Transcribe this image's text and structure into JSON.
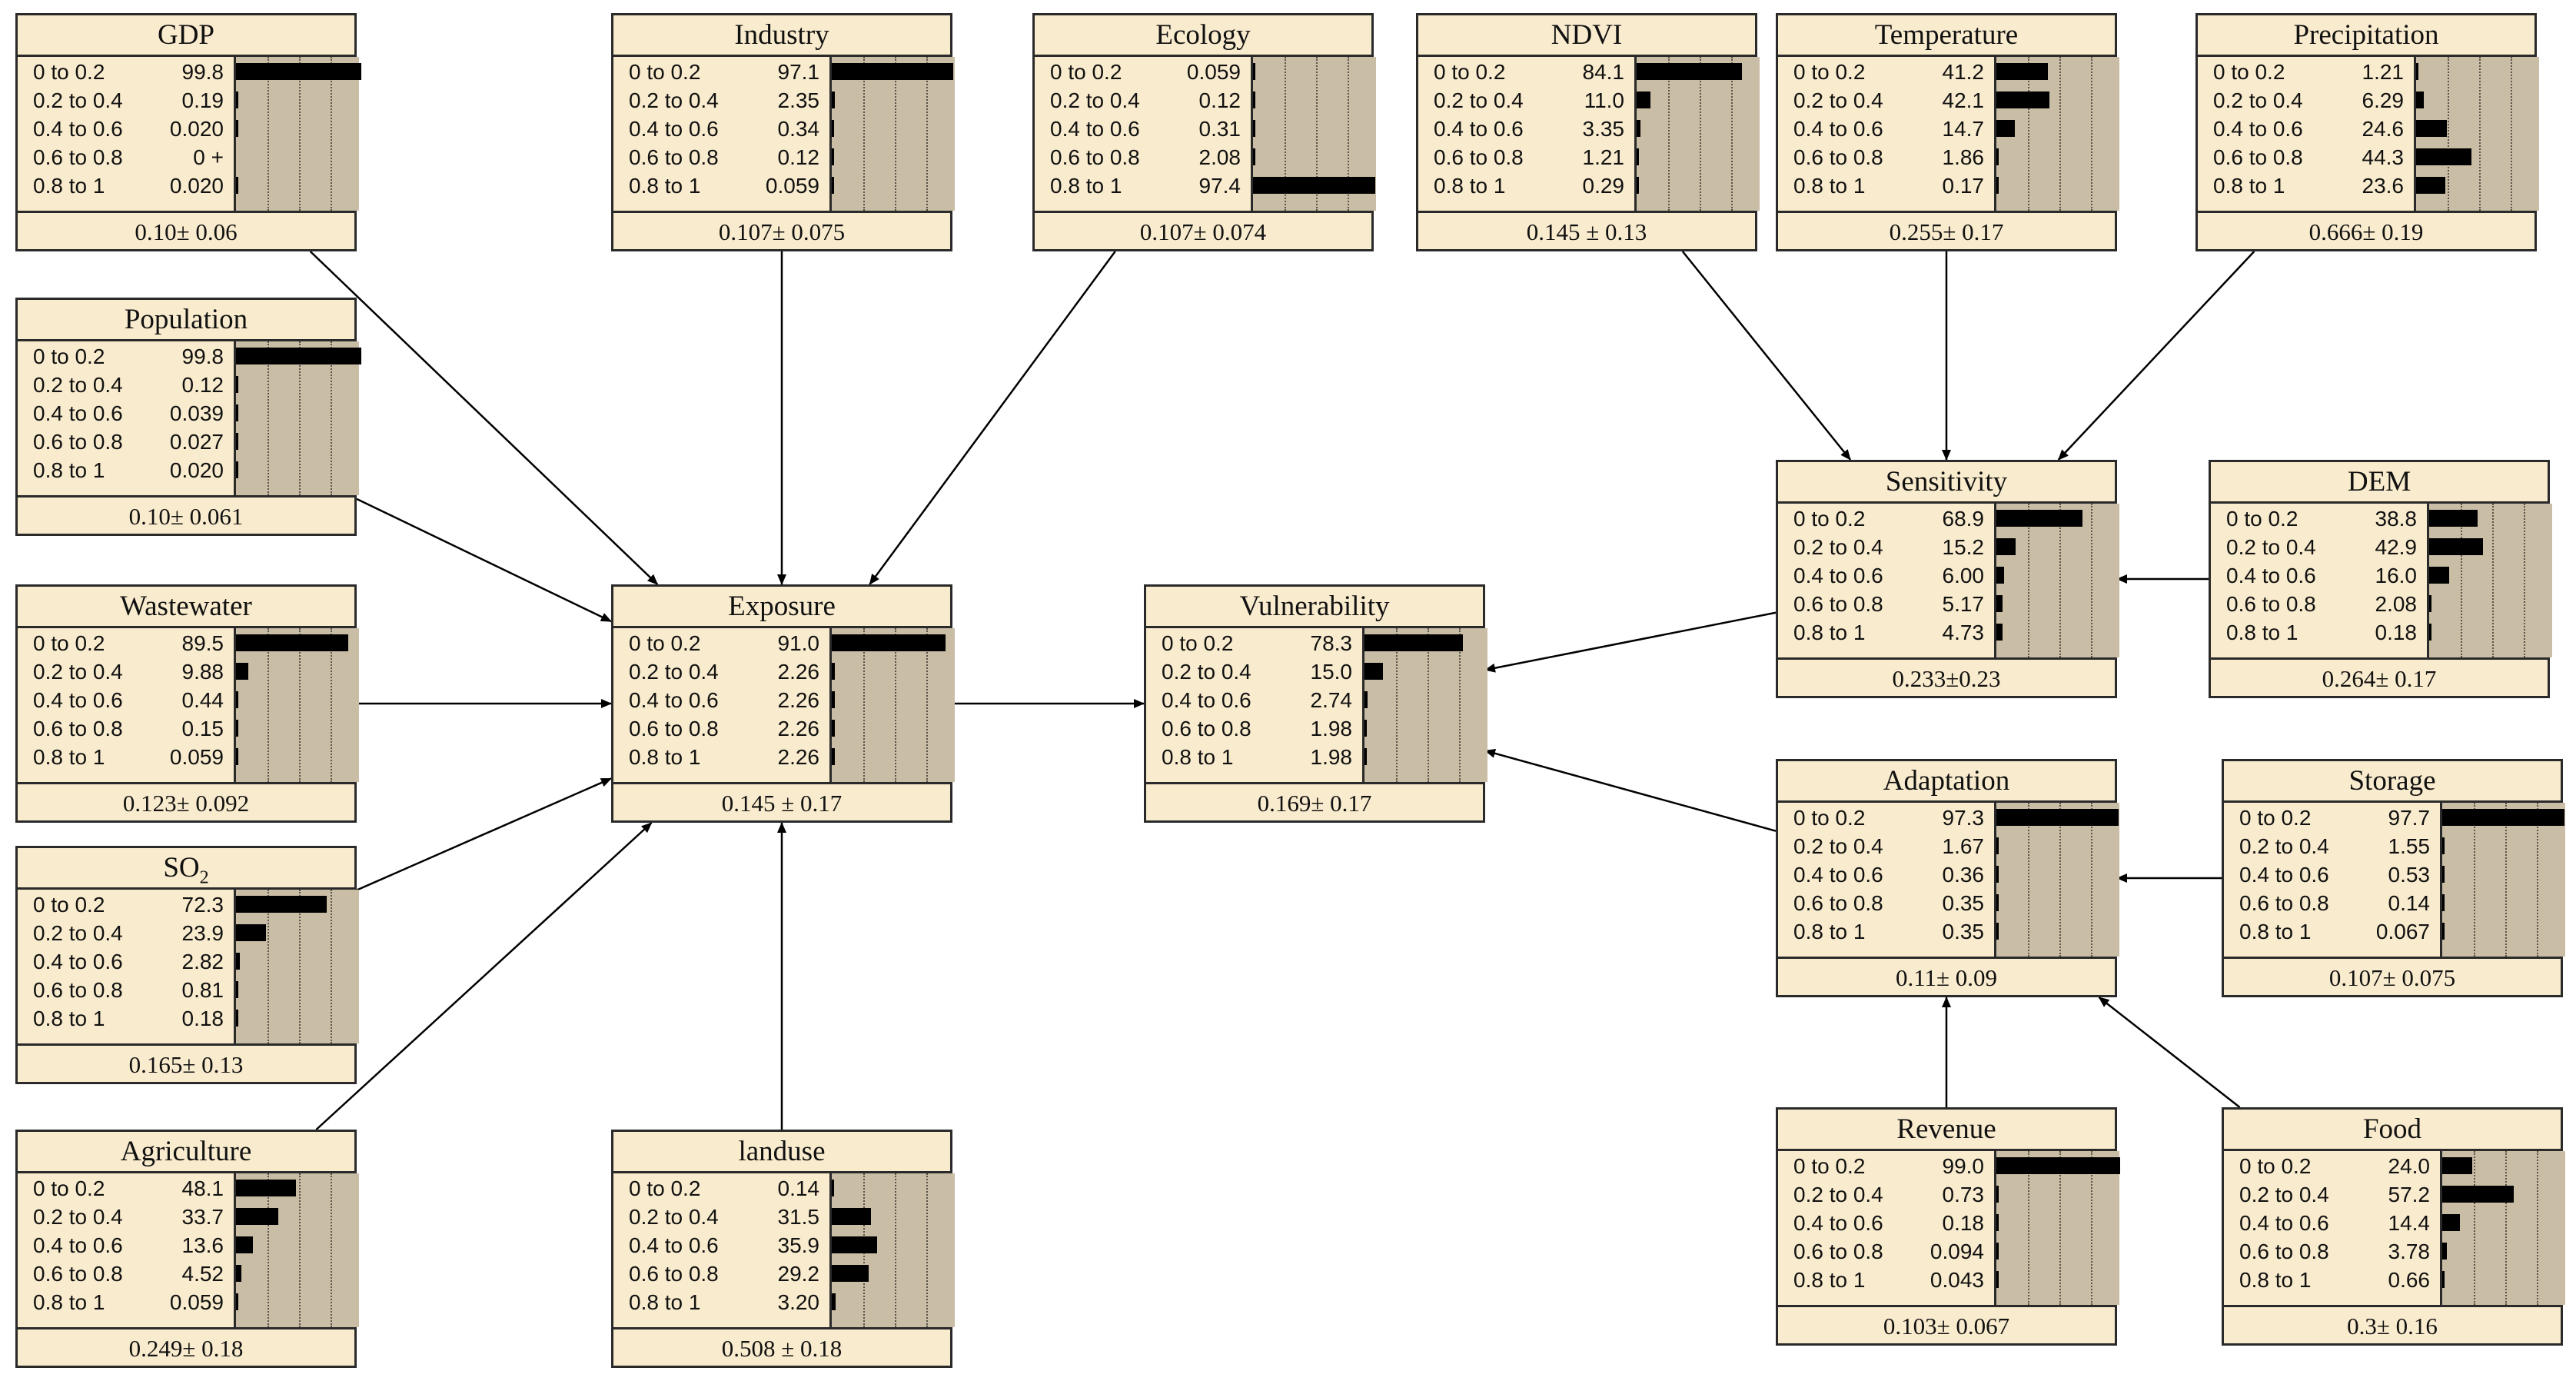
{
  "nodes": {
    "gdp": {
      "title": "GDP",
      "labels": [
        "0 to 0.2",
        "0.2 to 0.4",
        "0.4 to 0.6",
        "0.6 to 0.8",
        "0.8 to 1"
      ],
      "values": [
        "99.8",
        "0.19",
        "0.020",
        "0 +",
        "0.020"
      ],
      "bar_percents": [
        99.8,
        0.19,
        0.02,
        0,
        0.02
      ],
      "footer": "0.10± 0.06"
    },
    "population": {
      "title": "Population",
      "labels": [
        "0 to 0.2",
        "0.2 to 0.4",
        "0.4 to 0.6",
        "0.6 to 0.8",
        "0.8 to 1"
      ],
      "values": [
        "99.8",
        "0.12",
        "0.039",
        "0.027",
        "0.020"
      ],
      "bar_percents": [
        99.8,
        0.12,
        0.039,
        0.027,
        0.02
      ],
      "footer": "0.10± 0.061"
    },
    "wastewater": {
      "title": "Wastewater",
      "labels": [
        "0 to 0.2",
        "0.2 to 0.4",
        "0.4 to 0.6",
        "0.6 to 0.8",
        "0.8 to 1"
      ],
      "values": [
        "89.5",
        "9.88",
        "0.44",
        "0.15",
        "0.059"
      ],
      "bar_percents": [
        89.5,
        9.88,
        0.44,
        0.15,
        0.059
      ],
      "footer": "0.123± 0.092"
    },
    "so2": {
      "title": "SO",
      "title_sub": "2",
      "labels": [
        "0 to 0.2",
        "0.2 to 0.4",
        "0.4 to 0.6",
        "0.6 to 0.8",
        "0.8 to 1"
      ],
      "values": [
        "72.3",
        "23.9",
        "2.82",
        "0.81",
        "0.18"
      ],
      "bar_percents": [
        72.3,
        23.9,
        2.82,
        0.81,
        0.18
      ],
      "footer": "0.165± 0.13"
    },
    "agriculture": {
      "title": "Agriculture",
      "labels": [
        "0 to 0.2",
        "0.2 to 0.4",
        "0.4 to 0.6",
        "0.6 to 0.8",
        "0.8 to 1"
      ],
      "values": [
        "48.1",
        "33.7",
        "13.6",
        "4.52",
        "0.059"
      ],
      "bar_percents": [
        48.1,
        33.7,
        13.6,
        4.52,
        0.059
      ],
      "footer": "0.249± 0.18"
    },
    "industry": {
      "title": "Industry",
      "labels": [
        "0 to 0.2",
        "0.2 to 0.4",
        "0.4 to 0.6",
        "0.6 to 0.8",
        "0.8 to 1"
      ],
      "values": [
        "97.1",
        "2.35",
        "0.34",
        "0.12",
        "0.059"
      ],
      "bar_percents": [
        97.1,
        2.35,
        0.34,
        0.12,
        0.059
      ],
      "footer": "0.107± 0.075"
    },
    "exposure": {
      "title": "Exposure",
      "labels": [
        "0 to 0.2",
        "0.2 to 0.4",
        "0.4 to 0.6",
        "0.6 to 0.8",
        "0.8 to 1"
      ],
      "values": [
        "91.0",
        "2.26",
        "2.26",
        "2.26",
        "2.26"
      ],
      "bar_percents": [
        91.0,
        2.26,
        2.26,
        2.26,
        2.26
      ],
      "footer": "0.145 ± 0.17"
    },
    "landuse": {
      "title": "landuse",
      "labels": [
        "0 to 0.2",
        "0.2 to 0.4",
        "0.4 to 0.6",
        "0.6 to 0.8",
        "0.8 to 1"
      ],
      "values": [
        "0.14",
        "31.5",
        "35.9",
        "29.2",
        "3.20"
      ],
      "bar_percents": [
        0.14,
        31.5,
        35.9,
        29.2,
        3.2
      ],
      "footer": "0.508 ± 0.18"
    },
    "ecology": {
      "title": "Ecology",
      "labels": [
        "0 to 0.2",
        "0.2 to 0.4",
        "0.4 to 0.6",
        "0.6 to 0.8",
        "0.8 to 1"
      ],
      "values": [
        "0.059",
        "0.12",
        "0.31",
        "2.08",
        "97.4"
      ],
      "bar_percents": [
        0.059,
        0.12,
        0.31,
        2.08,
        97.4
      ],
      "footer": "0.107± 0.074"
    },
    "vulnerability": {
      "title": "Vulnerability",
      "labels": [
        "0 to 0.2",
        "0.2 to 0.4",
        "0.4 to 0.6",
        "0.6 to 0.8",
        "0.8 to 1"
      ],
      "values": [
        "78.3",
        "15.0",
        "2.74",
        "1.98",
        "1.98"
      ],
      "bar_percents": [
        78.3,
        15.0,
        2.74,
        1.98,
        1.98
      ],
      "footer": "0.169± 0.17"
    },
    "ndvi": {
      "title": "NDVI",
      "labels": [
        "0 to 0.2",
        "0.2 to 0.4",
        "0.4 to 0.6",
        "0.6 to 0.8",
        "0.8 to 1"
      ],
      "values": [
        "84.1",
        "11.0",
        "3.35",
        "1.21",
        "0.29"
      ],
      "bar_percents": [
        84.1,
        11.0,
        3.35,
        1.21,
        0.29
      ],
      "footer": "0.145 ± 0.13"
    },
    "temperature": {
      "title": "Temperature",
      "labels": [
        "0 to 0.2",
        "0.2 to 0.4",
        "0.4 to 0.6",
        "0.6 to 0.8",
        "0.8 to 1"
      ],
      "values": [
        "41.2",
        "42.1",
        "14.7",
        "1.86",
        "0.17"
      ],
      "bar_percents": [
        41.2,
        42.1,
        14.7,
        1.86,
        0.17
      ],
      "footer": "0.255± 0.17"
    },
    "precipitation": {
      "title": "Precipitation",
      "labels": [
        "0 to 0.2",
        "0.2 to 0.4",
        "0.4 to 0.6",
        "0.6 to 0.8",
        "0.8 to 1"
      ],
      "values": [
        "1.21",
        "6.29",
        "24.6",
        "44.3",
        "23.6"
      ],
      "bar_percents": [
        1.21,
        6.29,
        24.6,
        44.3,
        23.6
      ],
      "footer": "0.666± 0.19"
    },
    "sensitivity": {
      "title": "Sensitivity",
      "labels": [
        "0 to 0.2",
        "0.2 to 0.4",
        "0.4 to 0.6",
        "0.6 to 0.8",
        "0.8 to 1"
      ],
      "values": [
        "68.9",
        "15.2",
        "6.00",
        "5.17",
        "4.73"
      ],
      "bar_percents": [
        68.9,
        15.2,
        6.0,
        5.17,
        4.73
      ],
      "footer": "0.233±0.23"
    },
    "dem": {
      "title": "DEM",
      "labels": [
        "0 to 0.2",
        "0.2 to 0.4",
        "0.4 to 0.6",
        "0.6 to 0.8",
        "0.8 to 1"
      ],
      "values": [
        "38.8",
        "42.9",
        "16.0",
        "2.08",
        "0.18"
      ],
      "bar_percents": [
        38.8,
        42.9,
        16.0,
        2.08,
        0.18
      ],
      "footer": "0.264± 0.17"
    },
    "adaptation": {
      "title": "Adaptation",
      "labels": [
        "0 to 0.2",
        "0.2 to 0.4",
        "0.4 to 0.6",
        "0.6 to 0.8",
        "0.8 to 1"
      ],
      "values": [
        "97.3",
        "1.67",
        "0.36",
        "0.35",
        "0.35"
      ],
      "bar_percents": [
        97.3,
        1.67,
        0.36,
        0.35,
        0.35
      ],
      "footer": "0.11± 0.09"
    },
    "storage": {
      "title": "Storage",
      "labels": [
        "0 to 0.2",
        "0.2 to 0.4",
        "0.4 to 0.6",
        "0.6 to 0.8",
        "0.8 to 1"
      ],
      "values": [
        "97.7",
        "1.55",
        "0.53",
        "0.14",
        "0.067"
      ],
      "bar_percents": [
        97.7,
        1.55,
        0.53,
        0.14,
        0.067
      ],
      "footer": "0.107± 0.075"
    },
    "revenue": {
      "title": "Revenue",
      "labels": [
        "0 to 0.2",
        "0.2 to 0.4",
        "0.4 to 0.6",
        "0.6 to 0.8",
        "0.8 to 1"
      ],
      "values": [
        "99.0",
        "0.73",
        "0.18",
        "0.094",
        "0.043"
      ],
      "bar_percents": [
        99.0,
        0.73,
        0.18,
        0.094,
        0.043
      ],
      "footer": "0.103± 0.067"
    },
    "food": {
      "title": "Food",
      "labels": [
        "0 to 0.2",
        "0.2 to 0.4",
        "0.4 to 0.6",
        "0.6 to 0.8",
        "0.8 to 1"
      ],
      "values": [
        "24.0",
        "57.2",
        "14.4",
        "3.78",
        "0.66"
      ],
      "bar_percents": [
        24.0,
        57.2,
        14.4,
        3.78,
        0.66
      ],
      "footer": "0.3± 0.16"
    }
  },
  "edges": [
    [
      "gdp",
      "exposure"
    ],
    [
      "population",
      "exposure"
    ],
    [
      "wastewater",
      "exposure"
    ],
    [
      "so2",
      "exposure"
    ],
    [
      "agriculture",
      "exposure"
    ],
    [
      "industry",
      "exposure"
    ],
    [
      "ecology",
      "exposure"
    ],
    [
      "landuse",
      "exposure"
    ],
    [
      "exposure",
      "vulnerability"
    ],
    [
      "ndvi",
      "sensitivity"
    ],
    [
      "temperature",
      "sensitivity"
    ],
    [
      "precipitation",
      "sensitivity"
    ],
    [
      "dem",
      "sensitivity"
    ],
    [
      "sensitivity",
      "vulnerability"
    ],
    [
      "storage",
      "adaptation"
    ],
    [
      "revenue",
      "adaptation"
    ],
    [
      "food",
      "adaptation"
    ],
    [
      "adaptation",
      "vulnerability"
    ]
  ]
}
